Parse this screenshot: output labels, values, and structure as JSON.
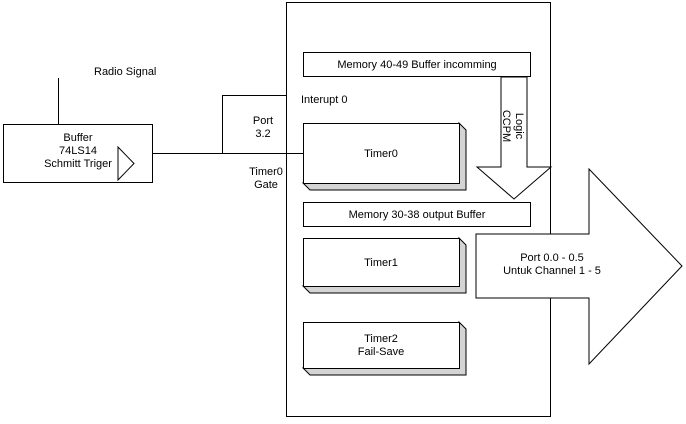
{
  "labels": {
    "radio_signal": "Radio Signal",
    "buffer": [
      "Buffer",
      "74LS14",
      "Schmitt Triger"
    ],
    "port32": [
      "Port",
      "3.2"
    ],
    "interupt": "Interupt 0",
    "timer0_gate": [
      "Timer0",
      "Gate"
    ],
    "memory_in": "Memory 40-49 Buffer incomming",
    "memory_out": "Memory 30-38  output Buffer",
    "ccpm": "CCPM",
    "logic": "Logic",
    "timer0": "Timer0",
    "timer1": "Timer1",
    "timer2": [
      "Timer2",
      "Fail-Save"
    ],
    "port_out": [
      "Port 0.0 - 0.5",
      "Untuk Channel 1 - 5"
    ]
  },
  "colors": {
    "line": "#000000",
    "fill": "#ffffff",
    "shade": "#d4d4d4"
  }
}
